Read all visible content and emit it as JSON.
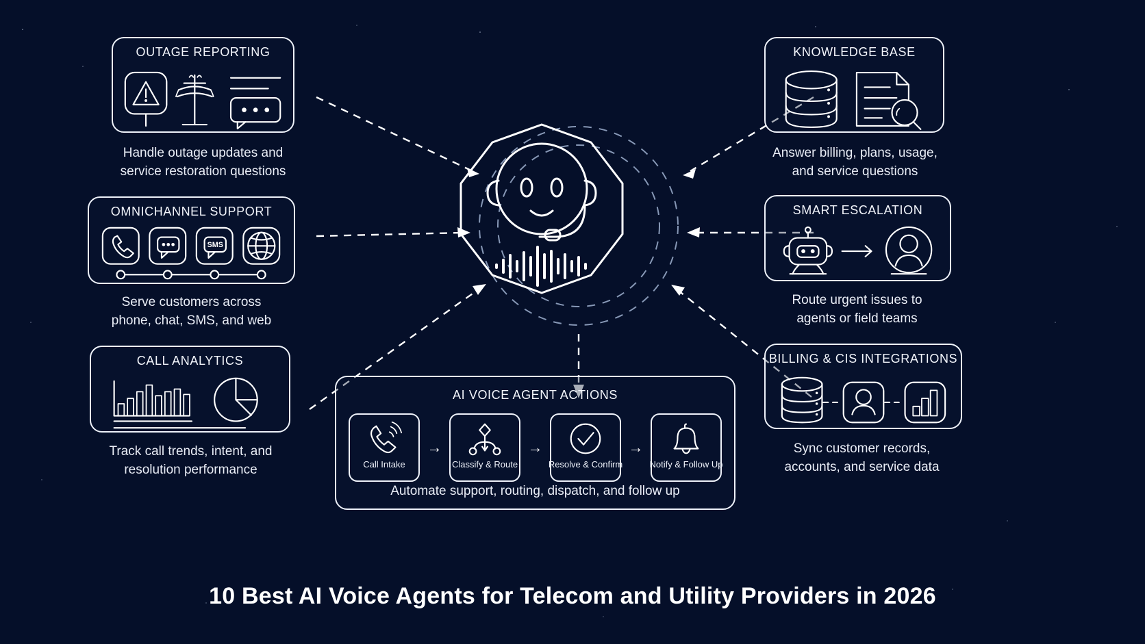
{
  "theme": {
    "background": "#050f29",
    "line": "#ffffff",
    "caption": "#e9edf6",
    "halo": "#9fb0cf"
  },
  "main_title": "10 Best AI Voice Agents for Telecom and Utility Providers in 2026",
  "hub": {
    "name": "ai-voice-agent-hub",
    "icon": "headset-face-waveform-icon"
  },
  "cards": [
    {
      "id": "outage-reporting",
      "title": "OUTAGE REPORTING",
      "caption": "Handle outage updates and\nservice restoration questions",
      "icons": [
        "warning-sign-icon",
        "utility-pole-icon",
        "chat-bubble-icon"
      ]
    },
    {
      "id": "omnichannel-support",
      "title": "OMNICHANNEL SUPPORT",
      "caption": "Serve customers across\nphone, chat, SMS, and web",
      "icons": [
        "phone-icon",
        "chat-icon",
        "sms-icon",
        "globe-icon"
      ],
      "sms_label": "SMS"
    },
    {
      "id": "call-analytics",
      "title": "CALL ANALYTICS",
      "caption": "Track call trends, intent, and\nresolution performance",
      "icons": [
        "bar-chart-icon",
        "pie-chart-icon"
      ]
    },
    {
      "id": "knowledge-base",
      "title": "KNOWLEDGE BASE",
      "caption": "Answer billing, plans, usage,\nand service questions",
      "icons": [
        "database-icon",
        "document-search-icon"
      ]
    },
    {
      "id": "smart-escalation",
      "title": "SMART ESCALATION",
      "caption": "Route urgent issues to\nagents or field teams",
      "icons": [
        "robot-icon",
        "arrow-right-icon",
        "agent-avatar-icon"
      ]
    },
    {
      "id": "billing-cis-integrations",
      "title": "BILLING & CIS INTEGRATIONS",
      "caption": "Sync customer records,\naccounts, and service data",
      "icons": [
        "database-icon",
        "user-icon",
        "bar-chart-icon"
      ]
    }
  ],
  "actions_card": {
    "title": "AI VOICE AGENT ACTIONS",
    "caption": "Automate support, routing, dispatch, and follow up",
    "arrow": "→",
    "steps": [
      {
        "label": "Call Intake",
        "icon": "phone-ringing-icon"
      },
      {
        "label": "Classify & Route",
        "icon": "routing-tree-icon"
      },
      {
        "label": "Resolve & Confirm",
        "icon": "check-circle-icon"
      },
      {
        "label": "Notify & Follow Up",
        "icon": "bell-icon"
      }
    ]
  }
}
